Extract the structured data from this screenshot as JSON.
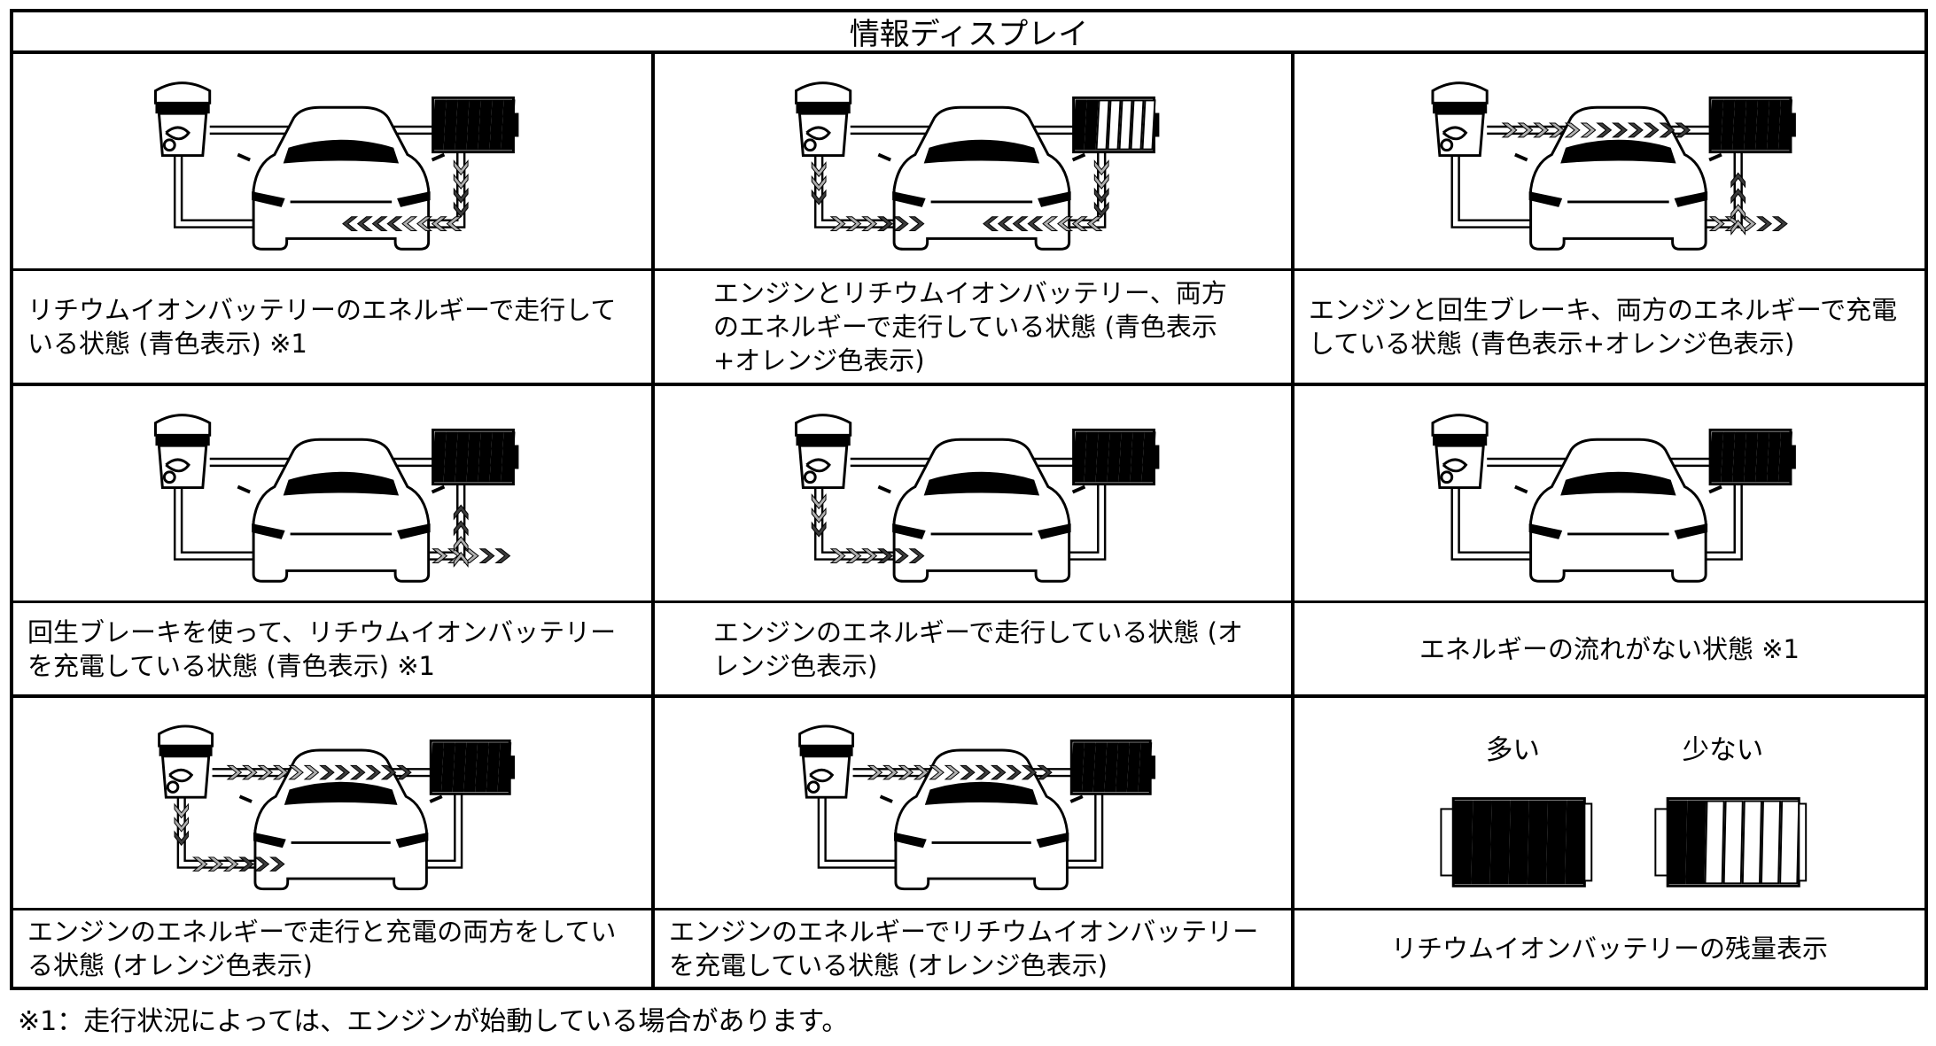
{
  "title": "情報ディスプレイ",
  "cells": [
    {
      "caption": "リチウムイオンバッテリーのエネルギーで走行している状態 (青色表示) ※1"
    },
    {
      "caption": "エンジンとリチウムイオンバッテリー、両方のエネルギーで走行している状態 (青色表示+オレンジ色表示)"
    },
    {
      "caption": "エンジンと回生ブレーキ、両方のエネルギーで充電している状態 (青色表示+オレンジ色表示)"
    },
    {
      "caption": "回生ブレーキを使って、リチウムイオンバッテリーを充電している状態 (青色表示) ※1"
    },
    {
      "caption": "エンジンのエネルギーで走行している状態 (オレンジ色表示)"
    },
    {
      "caption": "エネルギーの流れがない状態 ※1"
    },
    {
      "caption": "エンジンのエネルギーで走行と充電の両方をしている状態 (オレンジ色表示)"
    },
    {
      "caption": "エンジンのエネルギーでリチウムイオンバッテリーを充電している状態 (オレンジ色表示)"
    },
    {
      "caption": "リチウムイオンバッテリーの残量表示",
      "label_many": "多い",
      "label_few": "少ない"
    }
  ],
  "footnote": "※1：走行状況によっては、エンジンが始動している場合があります。",
  "colors": {
    "line": "#000000",
    "arrow_dark": "#3a3a3a",
    "arrow_light": "#b0b0b0",
    "background": "#ffffff"
  }
}
